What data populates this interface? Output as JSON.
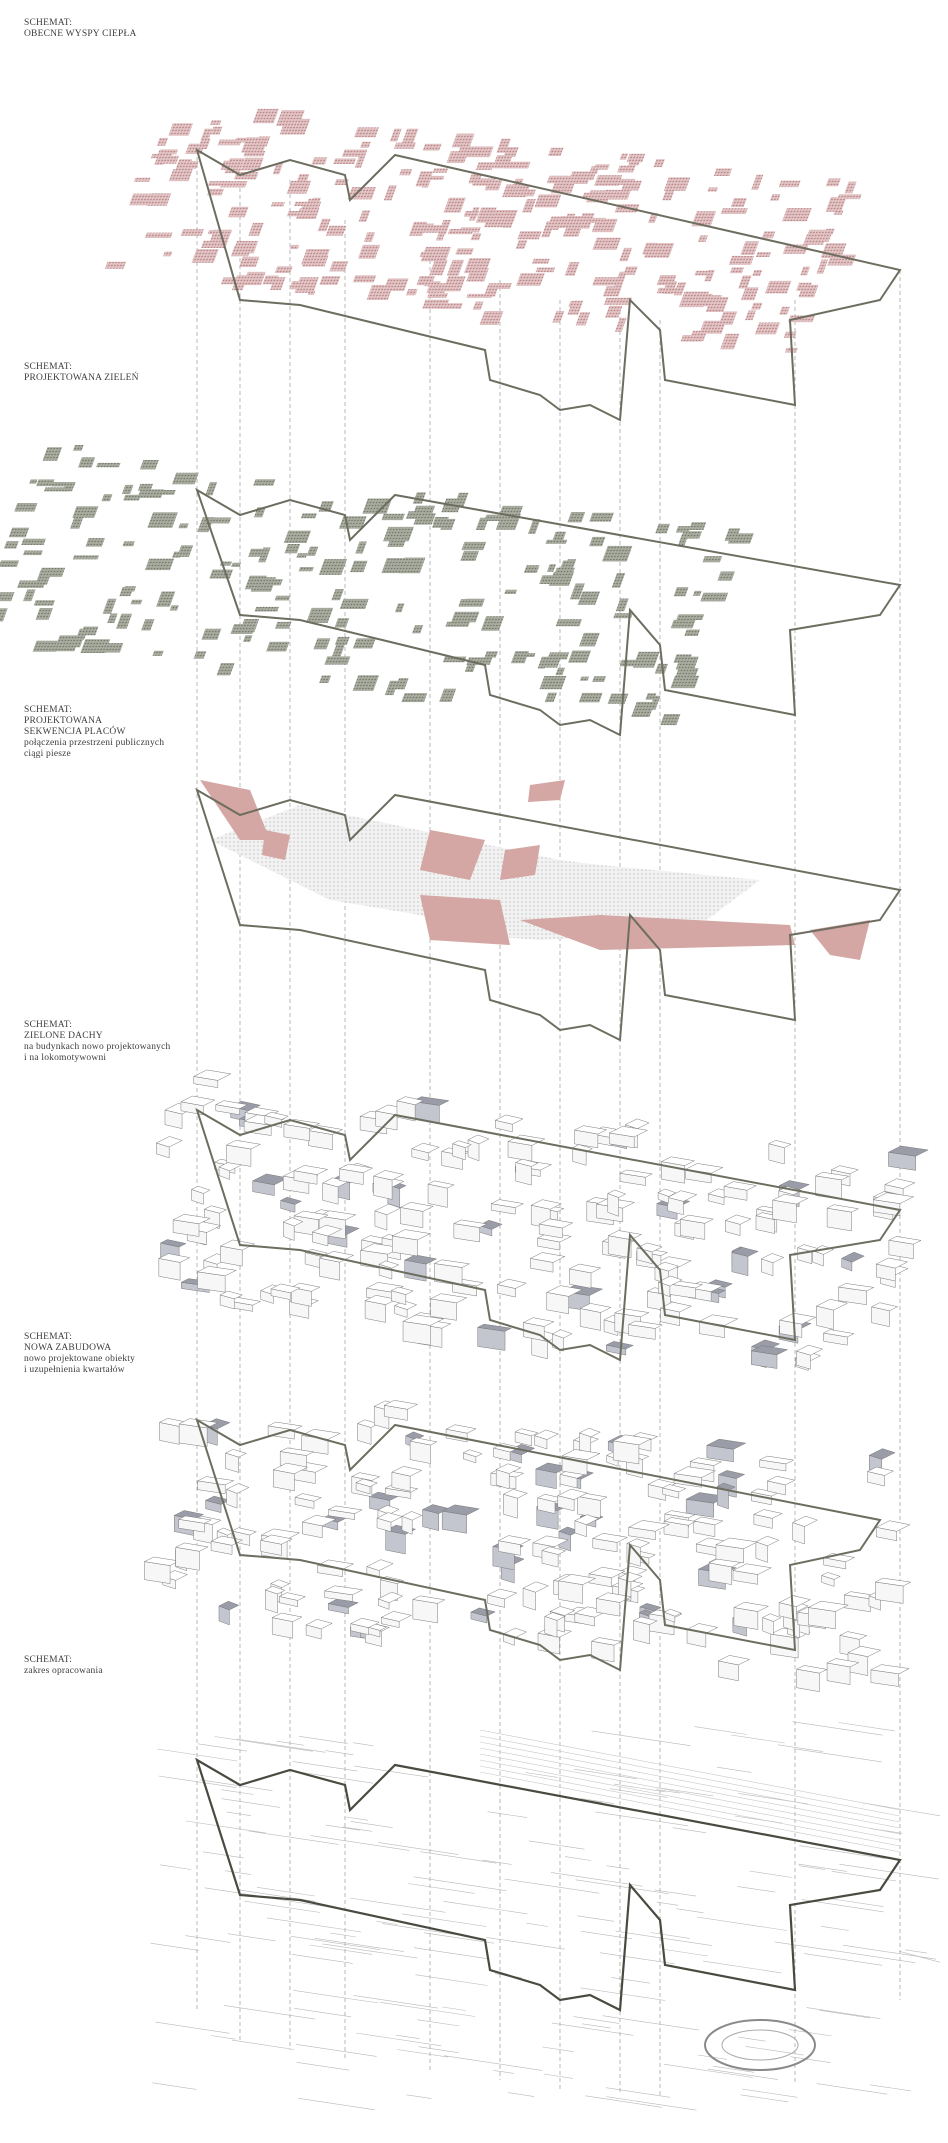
{
  "colors": {
    "heat": "#c99a9c",
    "green": "#8a8f82",
    "plaza": "#d4a6a4",
    "outline": "#6d6d60",
    "building_top": "#9a9ca8",
    "building_side": "#c3c5cf",
    "lines": "#b9b9b9"
  },
  "layers": [
    {
      "id": "heat-islands",
      "heading": [
        "SCHEMAT:",
        "OBECNE WYSPY CIEPŁA"
      ],
      "note": []
    },
    {
      "id": "designed-greenery",
      "heading": [
        "SCHEMAT:",
        "PROJEKTOWANA ZIELEŃ"
      ],
      "note": []
    },
    {
      "id": "plaza-sequence",
      "heading": [
        "SCHEMAT:",
        "PROJEKTOWANA",
        "SEKWENCJA PLACÓW"
      ],
      "note": [
        "połączenia przestrzeni publicznych",
        "ciągi piesze"
      ]
    },
    {
      "id": "green-roofs",
      "heading": [
        "SCHEMAT:",
        "ZIELONE DACHY"
      ],
      "note": [
        "na budynkach nowo projektowanych",
        "i na lokomotywowni"
      ]
    },
    {
      "id": "new-development",
      "heading": [
        "SCHEMAT:",
        "NOWA ZABUDOWA"
      ],
      "note": [
        "nowo projektowane obiekty",
        "i uzupełnienia kwartałów"
      ]
    },
    {
      "id": "study-area",
      "heading": [
        "SCHEMAT:"
      ],
      "note": [
        "zakres opracowania"
      ]
    }
  ]
}
